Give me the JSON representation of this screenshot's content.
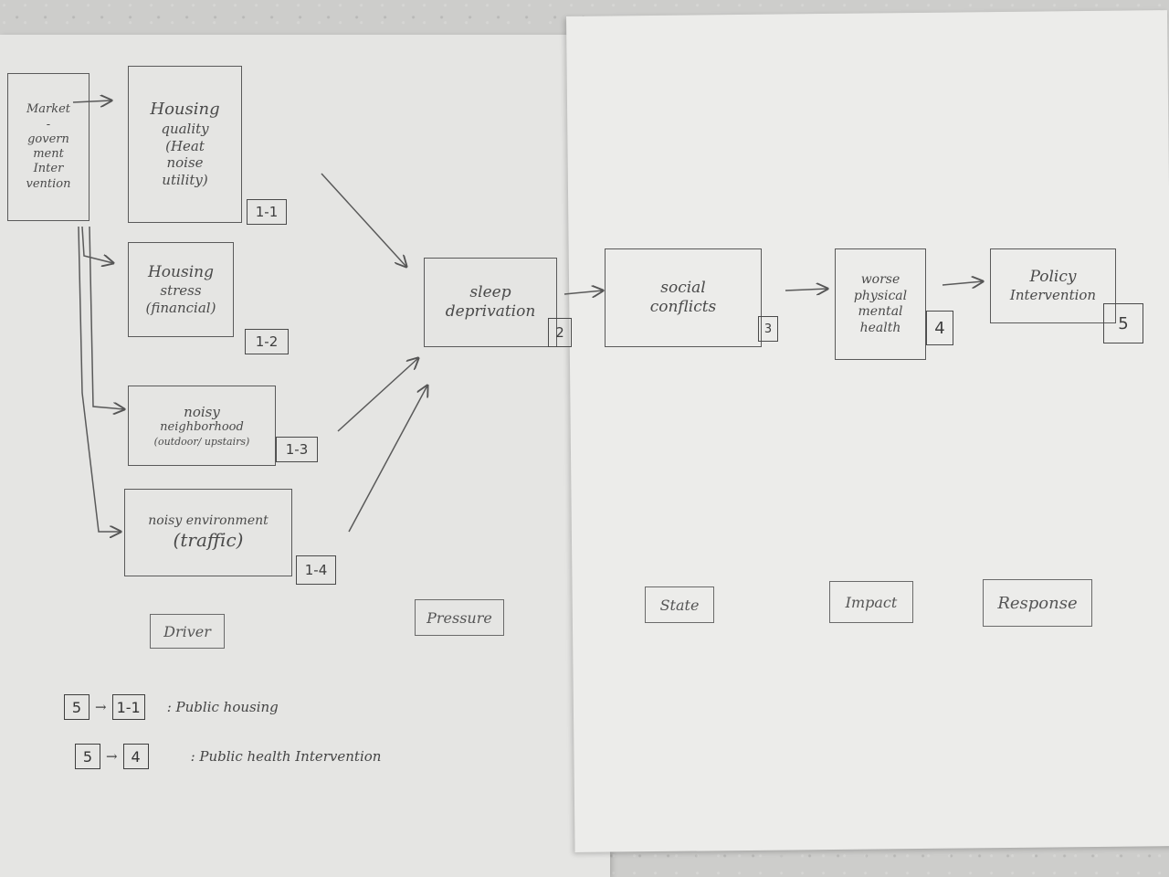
{
  "boxes": {
    "driver_main": [
      "Market",
      "-",
      "govern",
      "ment",
      "Inter",
      "vention"
    ],
    "housing_quality": [
      "Housing",
      "quality",
      "(Heat",
      "noise",
      "utility)"
    ],
    "housing_stress": [
      "Housing",
      "stress",
      "(financial)"
    ],
    "noisy_neighbourhood": [
      "noisy",
      "neighborhood",
      "(outdoor/ upstairs)"
    ],
    "noisy_environment": [
      "noisy environment",
      "(traffic)"
    ],
    "sleep_deprivation": [
      "sleep",
      "deprivation"
    ],
    "social_conflicts": [
      "social",
      "conflicts"
    ],
    "worse_health": [
      "worse",
      "physical",
      "mental",
      "health"
    ],
    "policy_intervention": [
      "Policy",
      "Intervention"
    ]
  },
  "tags": {
    "t_1_1": "1-1",
    "t_1_2": "1-2",
    "t_1_3": "1-3",
    "t_1_4": "1-4",
    "t_2": "2",
    "t_3": "3",
    "t_4": "4",
    "t_5": "5"
  },
  "stages": {
    "driver": "Driver",
    "pressure": "Pressure",
    "state": "State",
    "impact": "Impact",
    "response": "Response"
  },
  "legend": [
    {
      "from": "5",
      "to": "1-1",
      "text": ": Public housing"
    },
    {
      "from": "5",
      "to": "4",
      "text": ": Public health Intervention"
    }
  ]
}
